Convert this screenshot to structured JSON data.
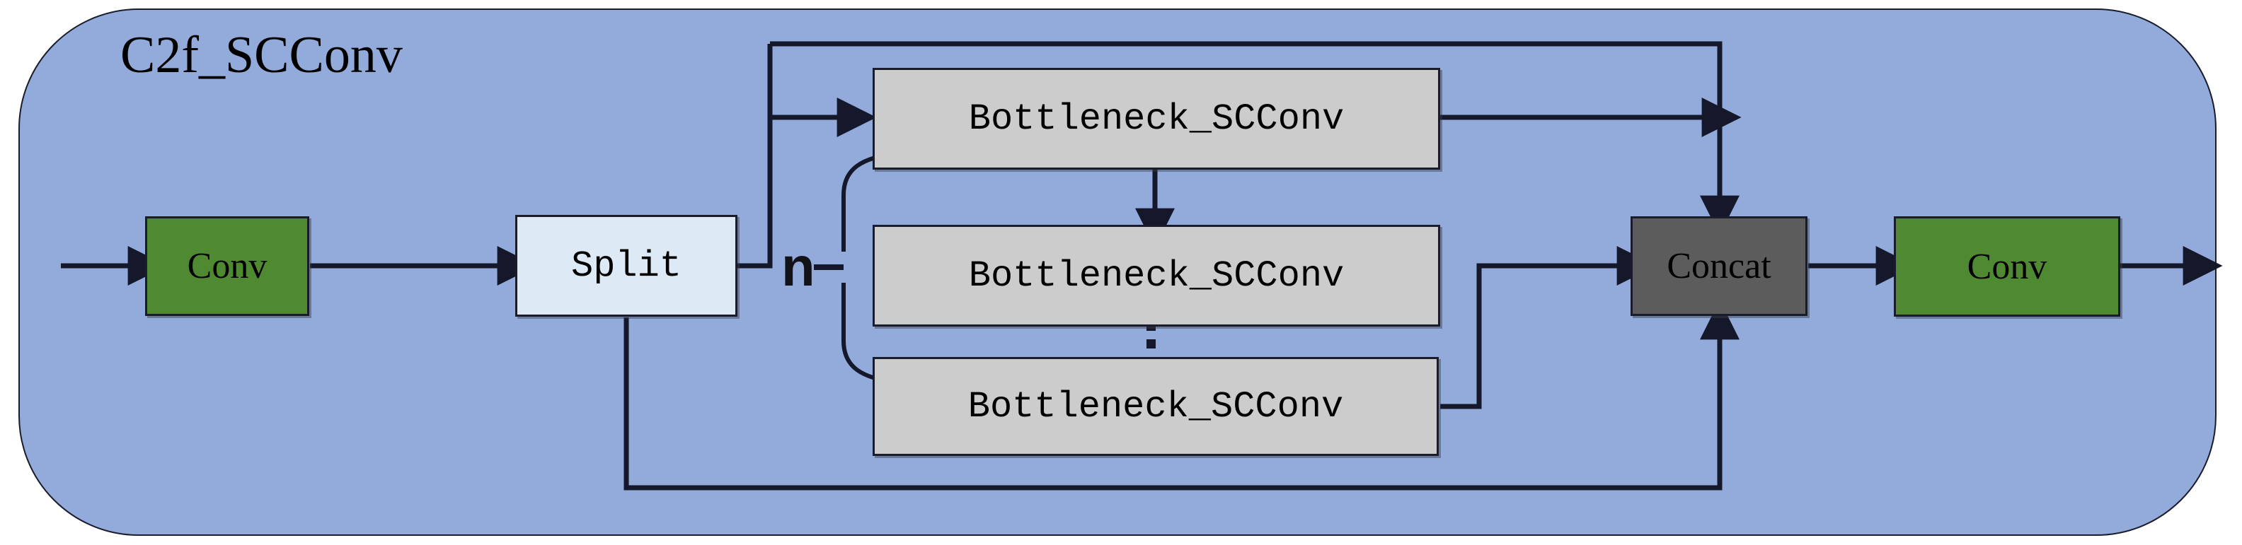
{
  "diagram": {
    "title": "C2f_SCConv",
    "type": "neural-network-module-block-diagram",
    "palette": {
      "module_fill": "#92abda",
      "conv_fill": "#4f8a33",
      "split_fill": "#dde9f5",
      "bottleneck_fill": "#cccccc",
      "concat_fill": "#5c5c5c",
      "stroke": "#1a1c2b",
      "text": "#000000",
      "canvas": "#ffffff"
    },
    "nodes": {
      "conv_in": "Conv",
      "split": "Split",
      "bottleneck_1": "Bottleneck_SCConv",
      "bottleneck_2": "Bottleneck_SCConv",
      "bottleneck_3": "Bottleneck_SCConv",
      "concat": "Concat",
      "conv_out": "Conv"
    },
    "annotations": {
      "repeat_count": "n",
      "ellipsis": "vertical-dots"
    },
    "edges": [
      {
        "from": "input",
        "to": "conv_in"
      },
      {
        "from": "conv_in",
        "to": "split"
      },
      {
        "from": "split",
        "to": "bottleneck_1"
      },
      {
        "from": "split",
        "to": "concat",
        "route": "top-bypass"
      },
      {
        "from": "split",
        "to": "concat",
        "route": "bottom-bypass"
      },
      {
        "from": "bottleneck_1",
        "to": "bottleneck_2"
      },
      {
        "from": "bottleneck_1",
        "to": "concat",
        "route": "top-right"
      },
      {
        "from": "bottleneck_3",
        "to": "concat",
        "route": "right"
      },
      {
        "from": "concat",
        "to": "conv_out"
      },
      {
        "from": "conv_out",
        "to": "output"
      }
    ]
  }
}
